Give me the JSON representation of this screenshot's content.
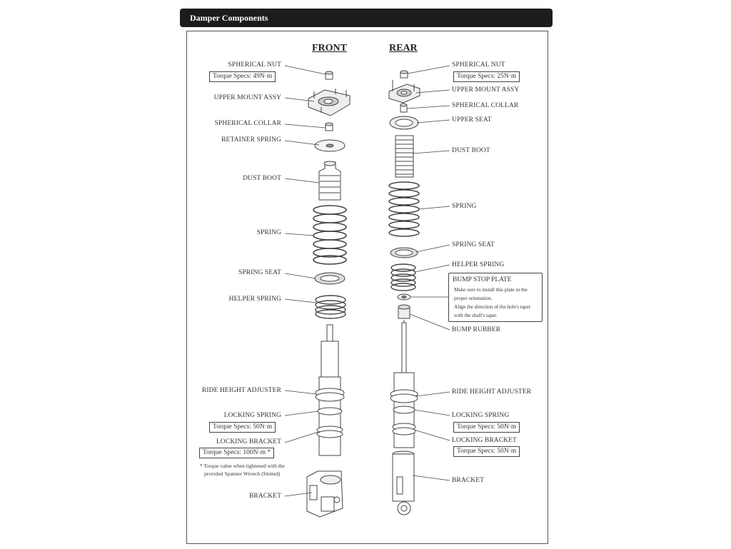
{
  "header": {
    "title": "Damper Components"
  },
  "columns": {
    "front": "FRONT",
    "rear": "REAR"
  },
  "front_labels": {
    "spherical_nut": "SPHERICAL NUT",
    "spherical_nut_torque": "Torque Specs: 49N·m",
    "upper_mount": "UPPER MOUNT ASSY",
    "spherical_collar": "SPHERICAL COLLAR",
    "retainer_spring": "RETAINER SPRING",
    "dust_boot": "DUST BOOT",
    "spring": "SPRING",
    "spring_seat": "SPRING SEAT",
    "helper_spring": "HELPER SPRING",
    "ride_height": "RIDE HEIGHT ADJUSTER",
    "locking_spring": "LOCKING SPRING",
    "locking_spring_torque": "Torque Specs: 50N·m",
    "locking_bracket": "LOCKING BRACKET",
    "locking_bracket_torque": "Torque Specs: 100N·m *",
    "footnote_line1": "* Torque value when tightened with the",
    "footnote_line2": "provided Spanner Wrench (Slotted)",
    "bracket": "BRACKET"
  },
  "rear_labels": {
    "spherical_nut": "SPHERICAL NUT",
    "spherical_nut_torque": "Torque Specs: 25N·m",
    "upper_mount": "UPPER MOUNT ASSY",
    "spherical_collar": "SPHERICAL COLLAR",
    "upper_seat": "UPPER SEAT",
    "dust_boot": "DUST BOOT",
    "spring": "SPRING",
    "spring_seat": "SPRING SEAT",
    "helper_spring": "HELPER SPRING",
    "bump_stop_title": "BUMP STOP PLATE",
    "bump_stop_note1": "Make sure to install this plate in the",
    "bump_stop_note2": "proper orientation.",
    "bump_stop_note3": "Align the direction of the hole's taper",
    "bump_stop_note4": "with the shaft's taper.",
    "bump_rubber": "BUMP RUBBER",
    "ride_height": "RIDE HEIGHT ADJUSTER",
    "locking_spring": "LOCKING SPRING",
    "locking_spring_torque": "Torque Specs: 50N·m",
    "locking_bracket": "LOCKING BRACKET",
    "locking_bracket_torque": "Torque Specs: 50N·m",
    "bracket": "BRACKET"
  }
}
